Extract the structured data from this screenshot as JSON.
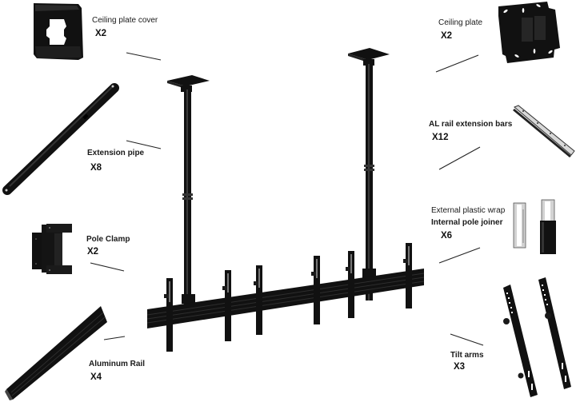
{
  "diagram": {
    "title": "Ceiling video wall mount parts breakdown",
    "parts": [
      {
        "id": "ceiling-plate-cover",
        "label": "Ceiling plate cover",
        "quantity": "X2"
      },
      {
        "id": "ceiling-plate",
        "label": "Ceiling plate",
        "quantity": "X2"
      },
      {
        "id": "extension-pipe",
        "label": "Extension pipe",
        "quantity": "X8"
      },
      {
        "id": "al-rail-extension-bars",
        "label": "AL rail extension bars",
        "quantity": "X12"
      },
      {
        "id": "internal-pole-joiner",
        "label": "Internal pole joiner",
        "sublabel": "External plastic wrap",
        "quantity": "X6"
      },
      {
        "id": "pole-clamp",
        "label": "Pole Clamp",
        "quantity": "X2"
      },
      {
        "id": "aluminum-rail",
        "label": "Aluminum Rail",
        "quantity": "X4"
      },
      {
        "id": "tilt-arms",
        "label": "Tilt arms",
        "quantity": "X3"
      }
    ],
    "colors": {
      "part": "#111111",
      "part_highlight": "#3a3a3a",
      "metal": "#c9c9c9",
      "leader_line": "#222222",
      "background": "#ffffff"
    }
  }
}
